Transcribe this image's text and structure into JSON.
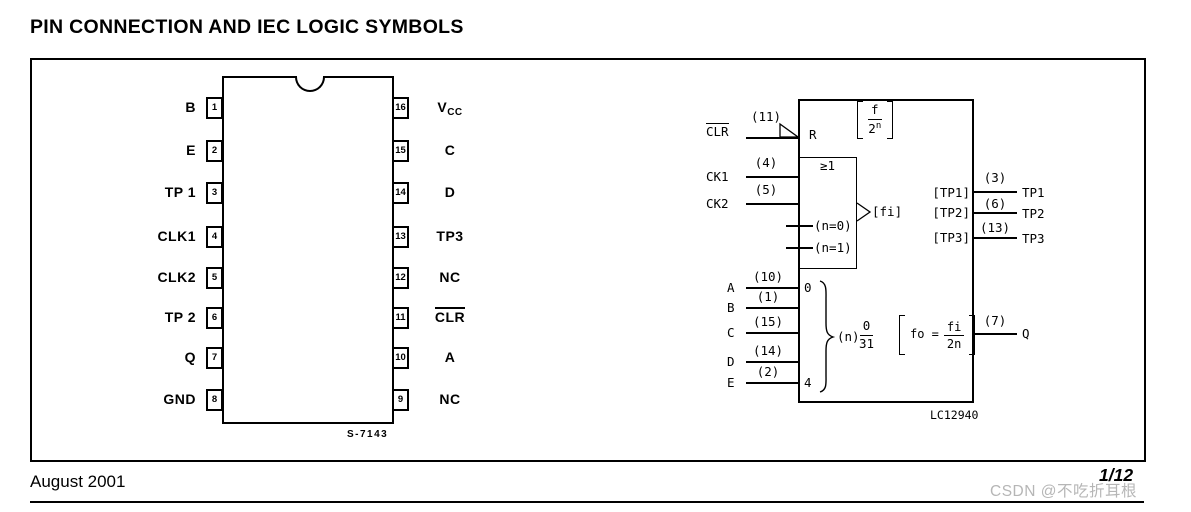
{
  "title": "PIN CONNECTION AND IEC LOGIC SYMBOLS",
  "footer": {
    "date": "August 2001",
    "page": "1/12",
    "watermark": "CSDN @不吃折耳根"
  },
  "colors": {
    "ink": "#000000",
    "watermark": "#b6b6b6"
  },
  "pin_diagram": {
    "part_label": "S-7143",
    "left_pins": [
      {
        "num": "1",
        "label": "B"
      },
      {
        "num": "2",
        "label": "E"
      },
      {
        "num": "3",
        "label": "TP 1"
      },
      {
        "num": "4",
        "label": "CLK1"
      },
      {
        "num": "5",
        "label": "CLK2"
      },
      {
        "num": "6",
        "label": "TP 2"
      },
      {
        "num": "7",
        "label": "Q"
      },
      {
        "num": "8",
        "label": "GND"
      }
    ],
    "right_pins": [
      {
        "num": "16",
        "label": "V",
        "label_sub": "CC"
      },
      {
        "num": "15",
        "label": "C"
      },
      {
        "num": "14",
        "label": "D"
      },
      {
        "num": "13",
        "label": "TP3"
      },
      {
        "num": "12",
        "label": "NC"
      },
      {
        "num": "11",
        "label": "CLR",
        "overline": true
      },
      {
        "num": "10",
        "label": "A"
      },
      {
        "num": "9",
        "label": "NC"
      }
    ]
  },
  "iec_symbol": {
    "part_label": "LC12940",
    "reset_input": {
      "label": "CLR",
      "pin": "(11)",
      "port": "R"
    },
    "top_formula": {
      "num": "f",
      "den_base": "2",
      "den_exp": "n"
    },
    "or_gate": {
      "label": "≥1",
      "clock_inputs": [
        {
          "label": "CK1",
          "pin": "(4)"
        },
        {
          "label": "CK2",
          "pin": "(5)"
        }
      ],
      "modes": [
        "(n=0)",
        "(n=1)"
      ],
      "output_tag": "[fi]"
    },
    "tap_outputs": [
      {
        "tag": "[TP1]",
        "pin": "(3)",
        "label": "TP1"
      },
      {
        "tag": "[TP2]",
        "pin": "(6)",
        "label": "TP2"
      },
      {
        "tag": "[TP3]",
        "pin": "(13)",
        "label": "TP3"
      }
    ],
    "data_inputs": [
      {
        "label": "A",
        "pin": "(10)"
      },
      {
        "label": "B",
        "pin": "(1)"
      },
      {
        "label": "C",
        "pin": "(15)"
      },
      {
        "label": "D",
        "pin": "(14)"
      },
      {
        "label": "E",
        "pin": "(2)"
      }
    ],
    "range": {
      "top": "0",
      "bottom": "4",
      "label": "(n)",
      "frac_num": "0",
      "frac_den": "31"
    },
    "output_formula": {
      "lhs": "fo =",
      "num": "fi",
      "den": "2n"
    },
    "q_output": {
      "pin": "(7)",
      "label": "Q"
    }
  }
}
